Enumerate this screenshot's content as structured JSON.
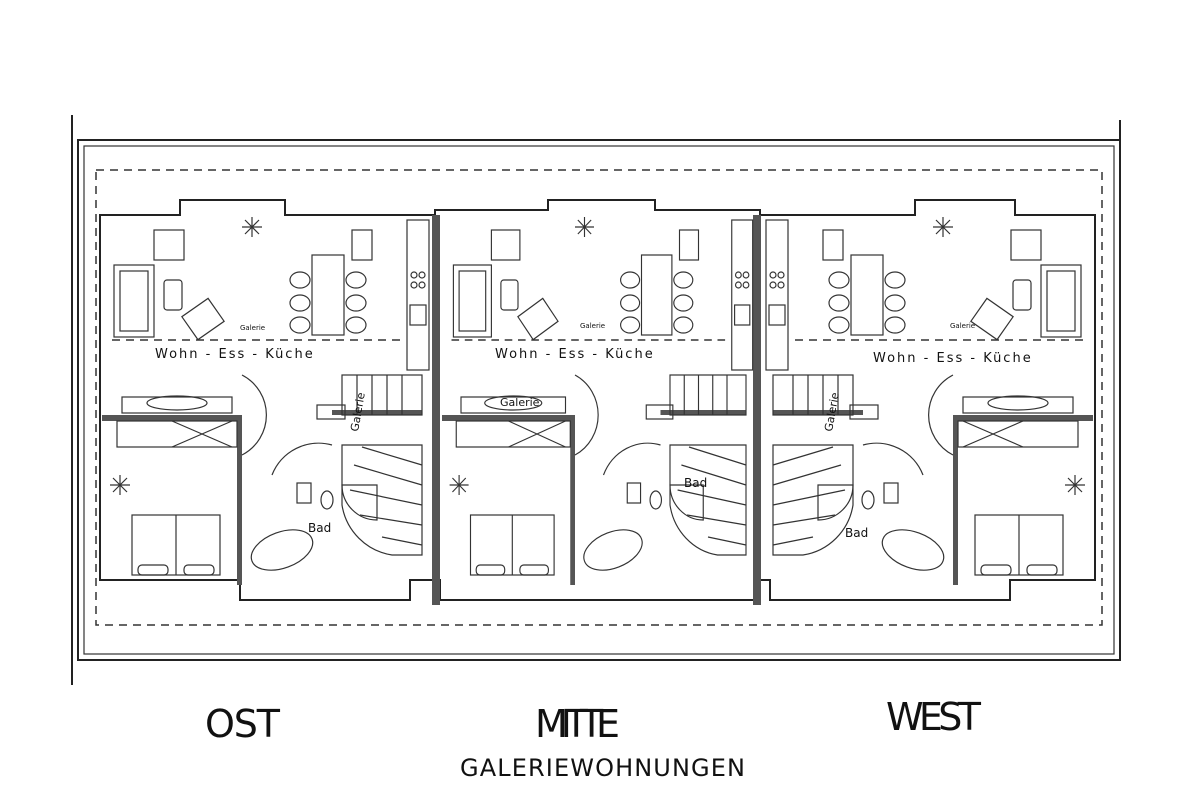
{
  "plan": {
    "title": "GALERIEWOHNUNGEN",
    "units": [
      {
        "name": "OST",
        "living_label": "Wohn - Ess - Küche",
        "gallery_note": "Galerie",
        "gallery_arrow": "Galerie",
        "bath_label": "Bad"
      },
      {
        "name": "MITTE",
        "living_label": "Wohn - Ess - Küche",
        "gallery_note": "Galerie",
        "gallery_arrow": "Galerie",
        "bath_label": "Bad"
      },
      {
        "name": "WEST",
        "living_label": "Wohn - Ess - Küche",
        "gallery_note": "Galerie",
        "gallery_arrow": "Galerie",
        "bath_label": "Bad"
      }
    ]
  }
}
